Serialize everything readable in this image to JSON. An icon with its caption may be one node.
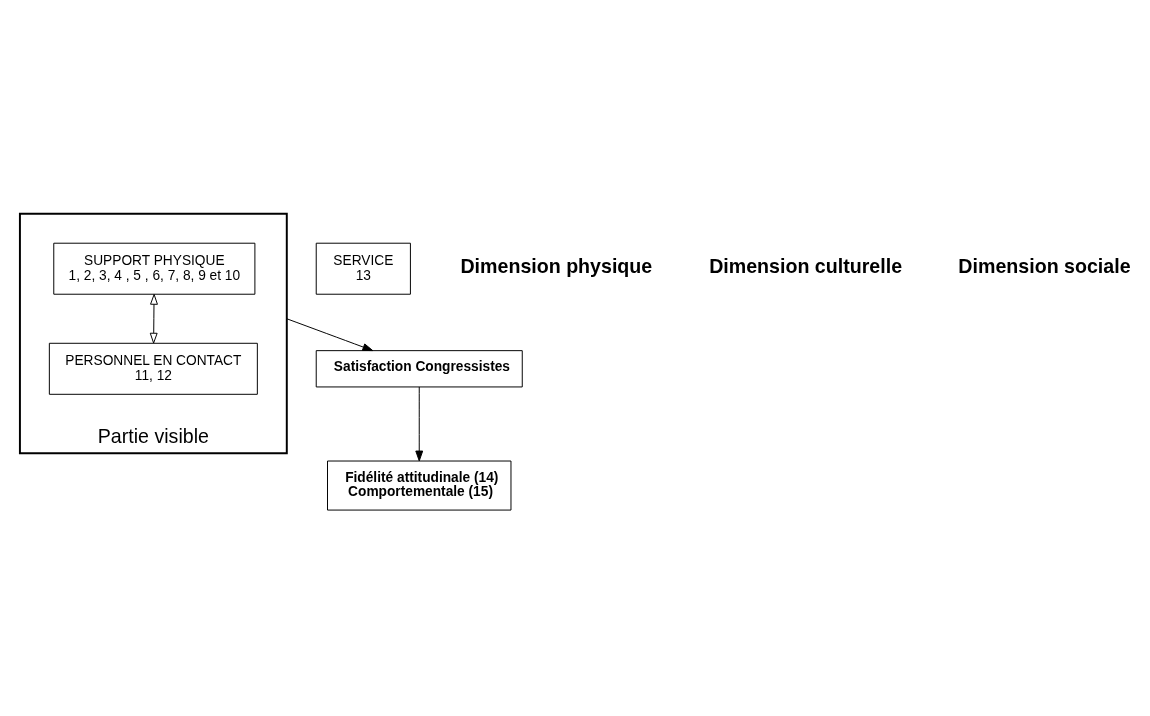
{
  "diagram": {
    "nodes": [
      {
        "text": [
          "Partie visible"
        ]
      },
      {
        "text": [
          "SUPPORT PHYSIQUE",
          "1, 2, 3, 4 , 5 , 6, 7, 8, 9 et 10"
        ],
        "in": 0
      },
      {
        "text": [
          "PERSONNEL EN CONTACT",
          "11, 12"
        ],
        "in": 0
      },
      {
        "text": [
          "SERVICE",
          "13"
        ]
      },
      {
        "text": [
          "Satisfaction Congressistes"
        ]
      },
      {
        "text": [
          "Fidélité attitudinale (14)",
          "Comportementale (15)"
        ]
      }
    ],
    "edges": [
      {
        "from": 1,
        "to": 2,
        "arrow": "both"
      },
      {
        "from": 0,
        "to": 4,
        "arrow": "to"
      },
      {
        "from": 4,
        "to": 5,
        "arrow": "to"
      }
    ],
    "labels": [
      "Dimension physique",
      "Dimension culturelle",
      "Dimension sociale"
    ]
  }
}
